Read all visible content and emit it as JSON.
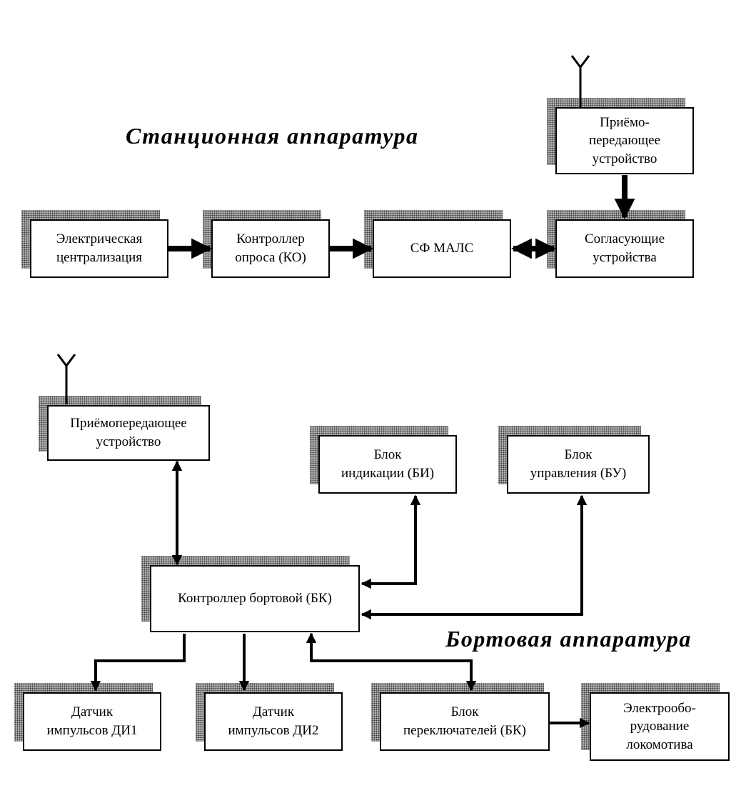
{
  "headings": {
    "station": "Станционная аппаратура",
    "onboard": "Бортовая аппаратура"
  },
  "station": {
    "transceiver": "Приёмо-\nпередающее\nустройство",
    "electric_centralization": "Электрическая\nцентрализация",
    "polling_controller": "Контроллер\nопроса (КО)",
    "sf_mals": "СФ МАЛС",
    "matching_devices": "Согласующие\nустройства"
  },
  "onboard": {
    "transceiver": "Приёмопередающее\nустройство",
    "indication_unit": "Блок\nиндикации (БИ)",
    "control_unit": "Блок\nуправления (БУ)",
    "onboard_controller": "Контроллер бортовой (БК)",
    "pulse_sensor_1": "Датчик\nимпульсов ДИ1",
    "pulse_sensor_2": "Датчик\nимпульсов ДИ2",
    "switch_unit": "Блок\nпереключателей (БК)",
    "loco_equipment": "Электрообо-\nрудование\nлокомотива"
  }
}
